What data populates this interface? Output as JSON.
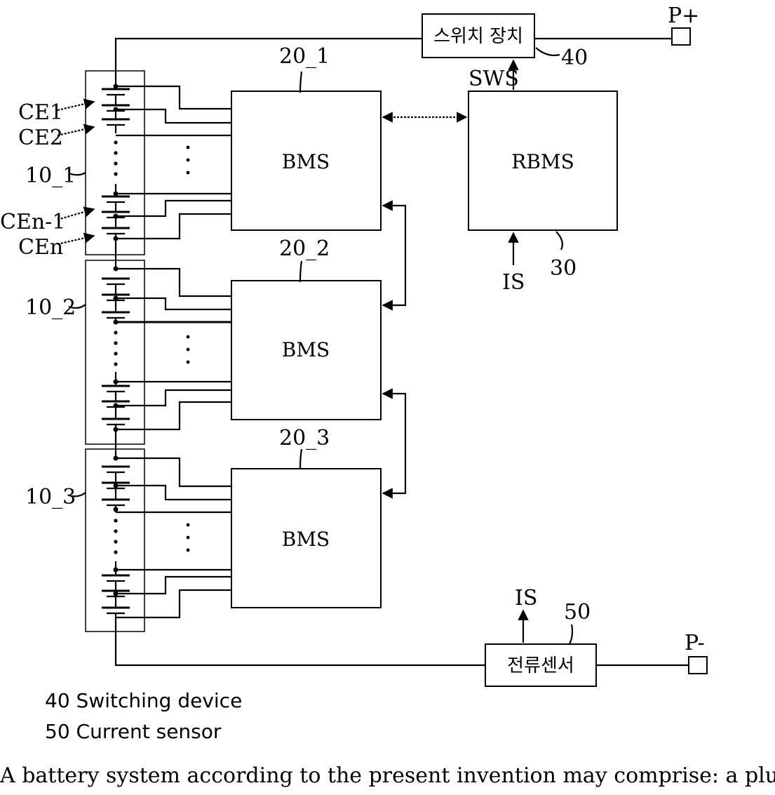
{
  "labels": {
    "switch_device": "스위치 장치",
    "current_sensor": "전류센서",
    "p_plus": "P+",
    "p_minus": "P-",
    "ref_40": "40",
    "ref_50": "50",
    "ref_30": "30",
    "ref_20_1": "20_1",
    "ref_20_2": "20_2",
    "ref_20_3": "20_3",
    "ref_10_1": "10_1",
    "ref_10_2": "10_2",
    "ref_10_3": "10_3",
    "sws": "SWS",
    "is_top": "IS",
    "is_bottom": "IS",
    "bms1": "BMS",
    "bms2": "BMS",
    "bms3": "BMS",
    "rbms": "RBMS",
    "ce1": "CE1",
    "ce2": "CE2",
    "cen1": "CEn-1",
    "cen": "CEn"
  },
  "legend": [
    {
      "num": "40",
      "text": "Switching device"
    },
    {
      "num": "50",
      "text": "Current sensor"
    }
  ],
  "caption": "A battery system according to the present invention may comprise: a plurality of battery pa"
}
